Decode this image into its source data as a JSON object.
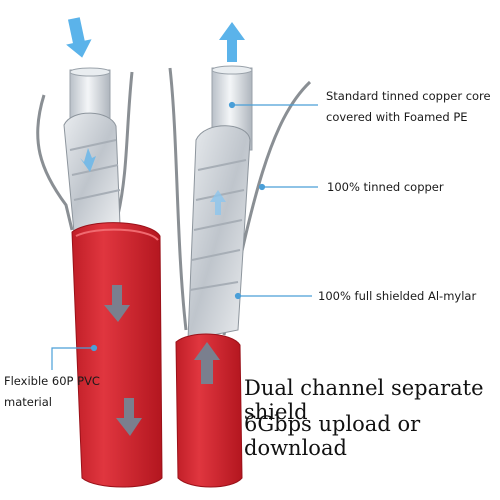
{
  "colors": {
    "jacket": "#d4252f",
    "jacket_shadow": "#a3141d",
    "core": "#d8dde3",
    "foil": "#cfd4da",
    "wire": "#8a8f94",
    "callout_line": "#4a9fd8",
    "arrow_blue": "#5bb3ea",
    "arrow_grey": "#7a7f8e"
  },
  "annotations": {
    "core": {
      "line1": "Standard tinned copper core",
      "line2": "covered with Foamed PE"
    },
    "drain": "100% tinned copper",
    "shield": "100% full shielded Al-mylar",
    "jacket": {
      "line1": "Flexible 60P PVC",
      "line2": "material"
    }
  },
  "features": {
    "line1": "Dual channel separate shield",
    "line2": "6Gbps upload or download"
  },
  "icons": [
    "arrow-down-icon",
    "arrow-up-icon"
  ]
}
